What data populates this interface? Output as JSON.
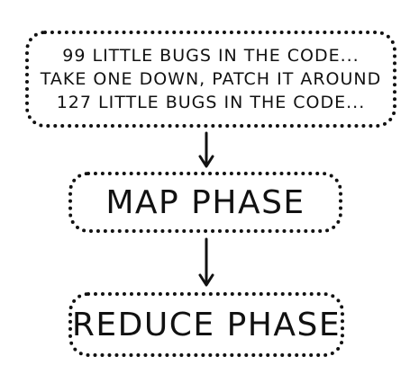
{
  "top_box": {
    "lines": [
      "99 LITTLE BUGS IN THE CODE...",
      "TAKE ONE DOWN, PATCH IT AROUND",
      "127 LITTLE BUGS IN THE CODE..."
    ]
  },
  "map_box": {
    "label": "MAP PHASE"
  },
  "reduce_box": {
    "label": "REDUCE PHASE"
  },
  "colors": {
    "ink": "#111111",
    "background": "#ffffff"
  }
}
